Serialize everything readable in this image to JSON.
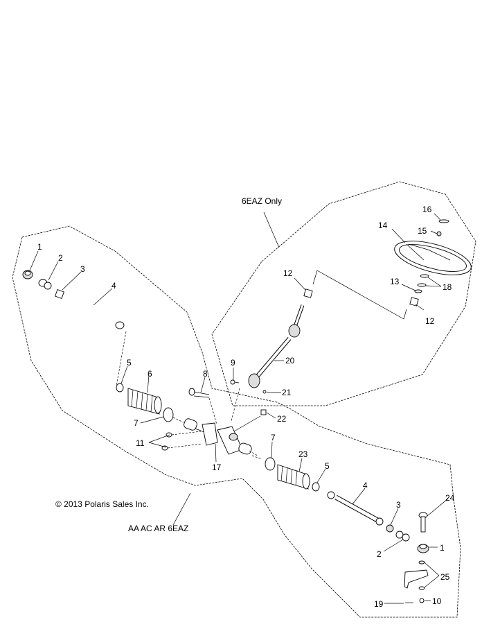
{
  "diagram": {
    "title_note": "6EAZ Only",
    "copyright": "© 2013 Polaris Sales Inc.",
    "model_codes": "AA AC AR 6EAZ",
    "callouts": [
      {
        "id": "c1a",
        "label": "1"
      },
      {
        "id": "c2a",
        "label": "2"
      },
      {
        "id": "c3a",
        "label": "3"
      },
      {
        "id": "c4a",
        "label": "4"
      },
      {
        "id": "c5a",
        "label": "5"
      },
      {
        "id": "c6",
        "label": "6"
      },
      {
        "id": "c7a",
        "label": "7"
      },
      {
        "id": "c8",
        "label": "8"
      },
      {
        "id": "c9",
        "label": "9"
      },
      {
        "id": "c11",
        "label": "11"
      },
      {
        "id": "c12a",
        "label": "12"
      },
      {
        "id": "c12b",
        "label": "12"
      },
      {
        "id": "c13",
        "label": "13"
      },
      {
        "id": "c14",
        "label": "14"
      },
      {
        "id": "c15",
        "label": "15"
      },
      {
        "id": "c16",
        "label": "16"
      },
      {
        "id": "c17",
        "label": "17"
      },
      {
        "id": "c18",
        "label": "18"
      },
      {
        "id": "c20",
        "label": "20"
      },
      {
        "id": "c21",
        "label": "21"
      },
      {
        "id": "c22",
        "label": "22"
      },
      {
        "id": "c7b",
        "label": "7"
      },
      {
        "id": "c23",
        "label": "23"
      },
      {
        "id": "c5b",
        "label": "5"
      },
      {
        "id": "c4b",
        "label": "4"
      },
      {
        "id": "c3b",
        "label": "3"
      },
      {
        "id": "c24",
        "label": "24"
      },
      {
        "id": "c2b",
        "label": "2"
      },
      {
        "id": "c1b",
        "label": "1"
      },
      {
        "id": "c25",
        "label": "25"
      },
      {
        "id": "c19",
        "label": "19"
      },
      {
        "id": "c10",
        "label": "10"
      }
    ]
  }
}
